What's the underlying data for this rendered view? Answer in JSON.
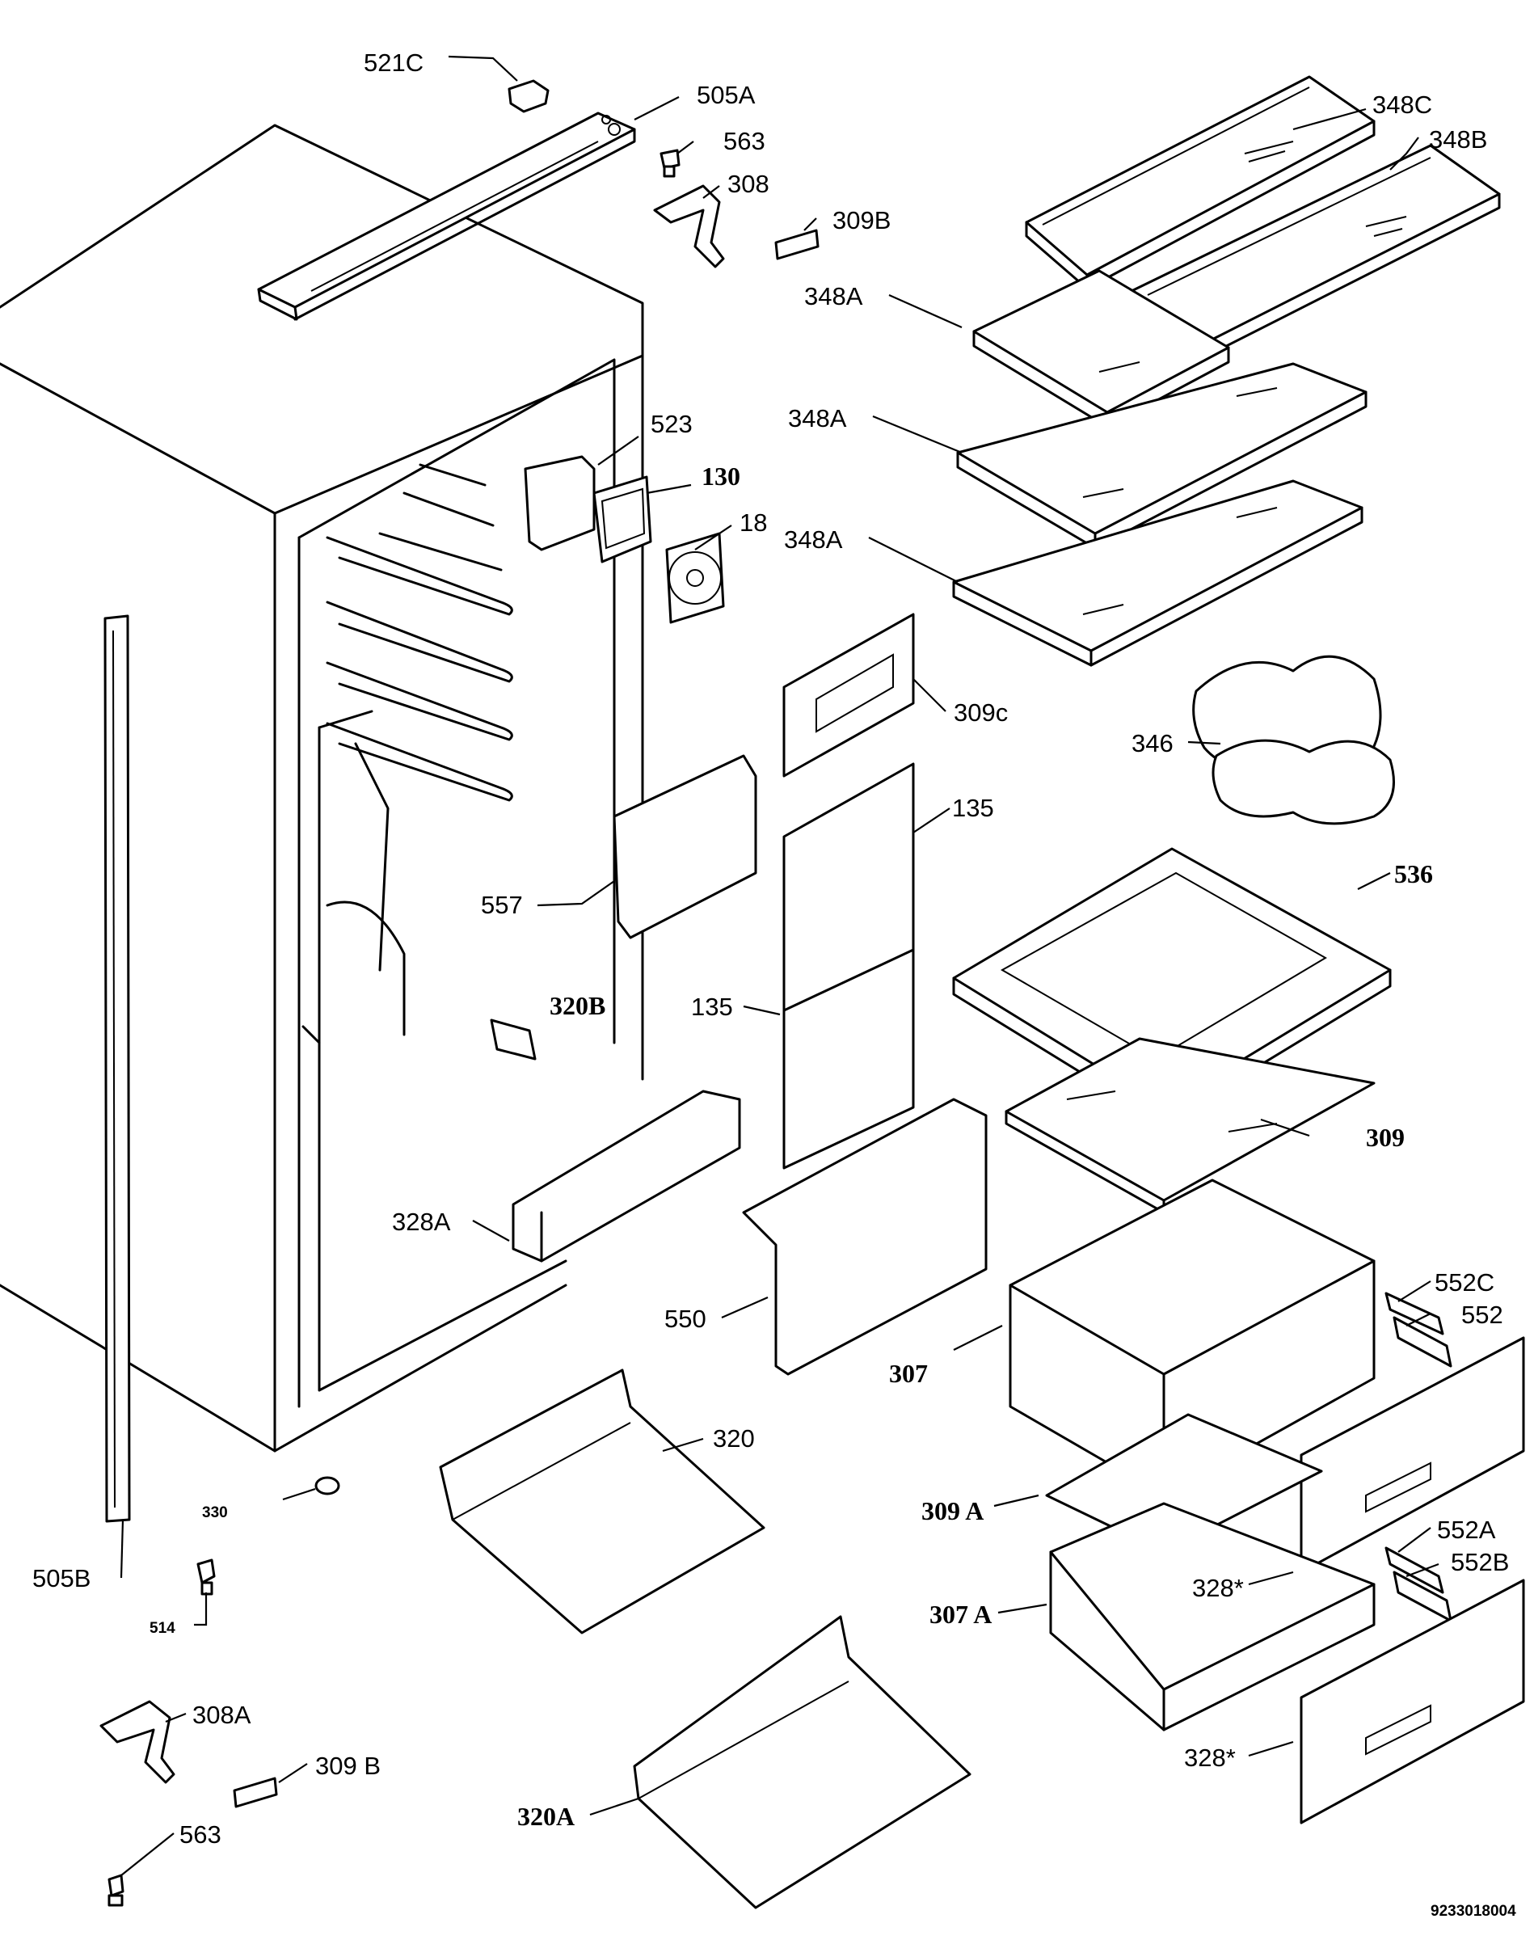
{
  "drawing_number": "9233018004",
  "labels": {
    "l521c": "521C",
    "l505a": "505A",
    "l563a": "563",
    "l308": "308",
    "l309b_top": "309B",
    "l348c": "348C",
    "l348b": "348B",
    "l348a_1": "348A",
    "l348a_2": "348A",
    "l348a_3": "348A",
    "l523": "523",
    "l130": "130",
    "l18": "18",
    "l309c": "309c",
    "l346": "346",
    "l135_a": "135",
    "l135_b": "135",
    "l557": "557",
    "l536": "536",
    "l320b": "320B",
    "l309": "309",
    "l328a": "328A",
    "l552c": "552C",
    "l552": "552",
    "l550": "550",
    "l307": "307",
    "l320": "320",
    "l330": "330",
    "l309a": "309 A",
    "l552a": "552A",
    "l552b": "552B",
    "l505b": "505B",
    "l328s_1": "328*",
    "l307a": "307 A",
    "l514": "514",
    "l308a": "308A",
    "l309b_bot": "309 B",
    "l328s_2": "328*",
    "l320a": "320A",
    "l563b": "563"
  }
}
